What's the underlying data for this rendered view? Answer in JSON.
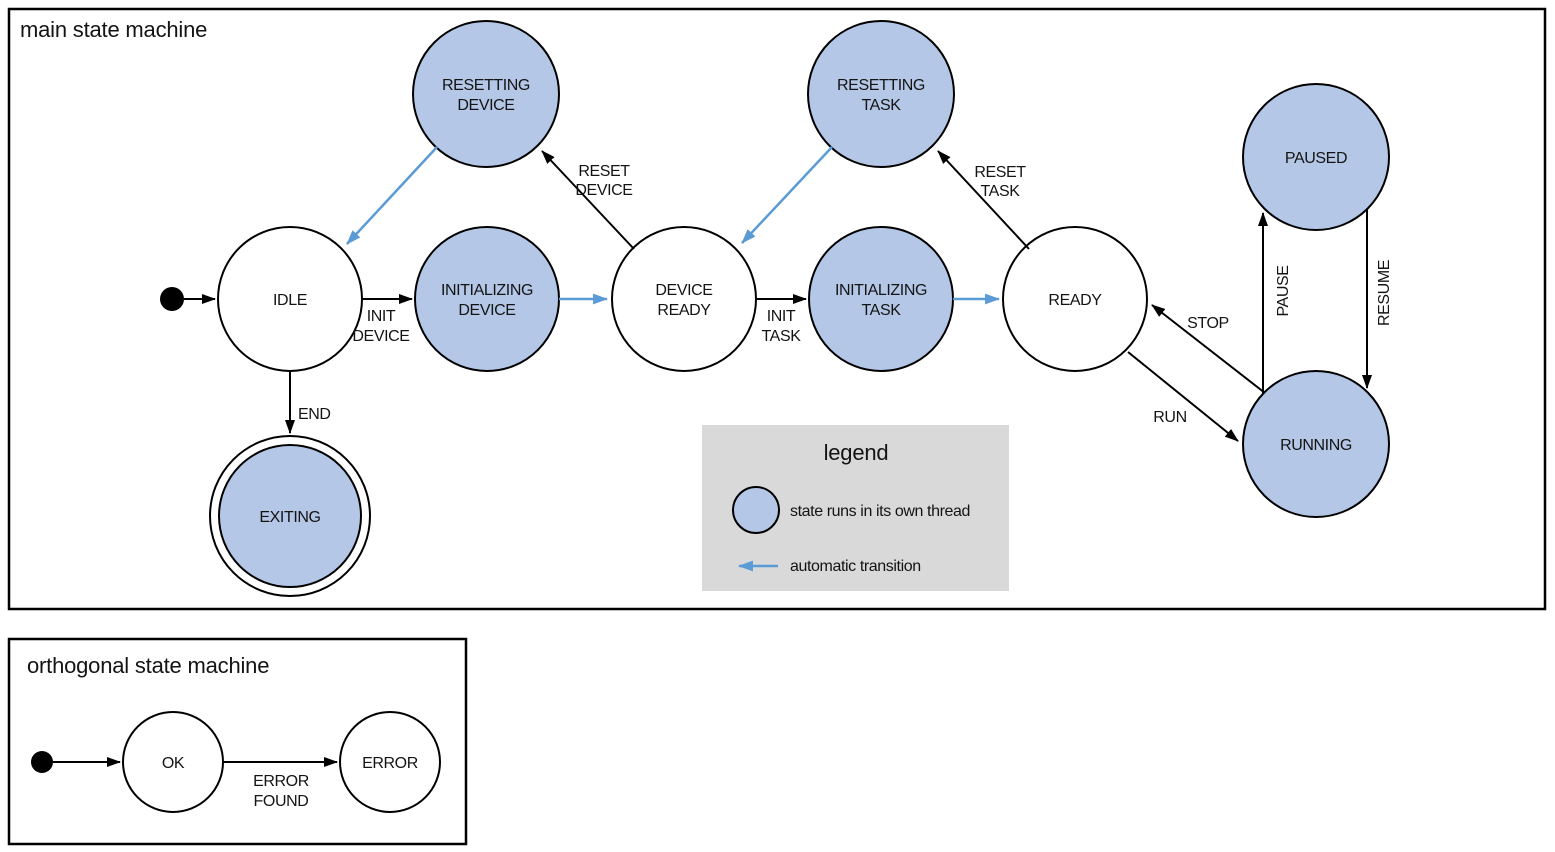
{
  "colors": {
    "thread_state_fill": "#b4c7e7",
    "automatic_transition": "#5b9bd5",
    "legend_background": "#d9d9d9"
  },
  "main": {
    "title": "main state machine",
    "states": {
      "idle": {
        "label": "IDLE"
      },
      "initializing_device": {
        "lines": [
          "INITIALIZING",
          "DEVICE"
        ]
      },
      "device_ready": {
        "lines": [
          "DEVICE",
          "READY"
        ]
      },
      "initializing_task": {
        "lines": [
          "INITIALIZING",
          "TASK"
        ]
      },
      "ready": {
        "label": "READY"
      },
      "resetting_device": {
        "lines": [
          "RESETTING",
          "DEVICE"
        ]
      },
      "resetting_task": {
        "lines": [
          "RESETTING",
          "TASK"
        ]
      },
      "paused": {
        "label": "PAUSED"
      },
      "running": {
        "label": "RUNNING"
      },
      "exiting": {
        "label": "EXITING"
      }
    },
    "transitions": {
      "init_device": {
        "lines": [
          "INIT",
          "DEVICE"
        ]
      },
      "init_task": {
        "lines": [
          "INIT",
          "TASK"
        ]
      },
      "reset_device": {
        "lines": [
          "RESET",
          "DEVICE"
        ]
      },
      "reset_task": {
        "lines": [
          "RESET",
          "TASK"
        ]
      },
      "end": {
        "label": "END"
      },
      "run": {
        "label": "RUN"
      },
      "stop": {
        "label": "STOP"
      },
      "pause": {
        "label": "PAUSE"
      },
      "resume": {
        "label": "RESUME"
      }
    }
  },
  "legend": {
    "title": "legend",
    "items": {
      "thread_state": "state runs in its own thread",
      "automatic_transition": "automatic transition"
    }
  },
  "orthogonal": {
    "title": "orthogonal state machine",
    "states": {
      "ok": {
        "label": "OK"
      },
      "error": {
        "label": "ERROR"
      }
    },
    "transitions": {
      "error_found": {
        "lines": [
          "ERROR",
          "FOUND"
        ]
      }
    }
  }
}
